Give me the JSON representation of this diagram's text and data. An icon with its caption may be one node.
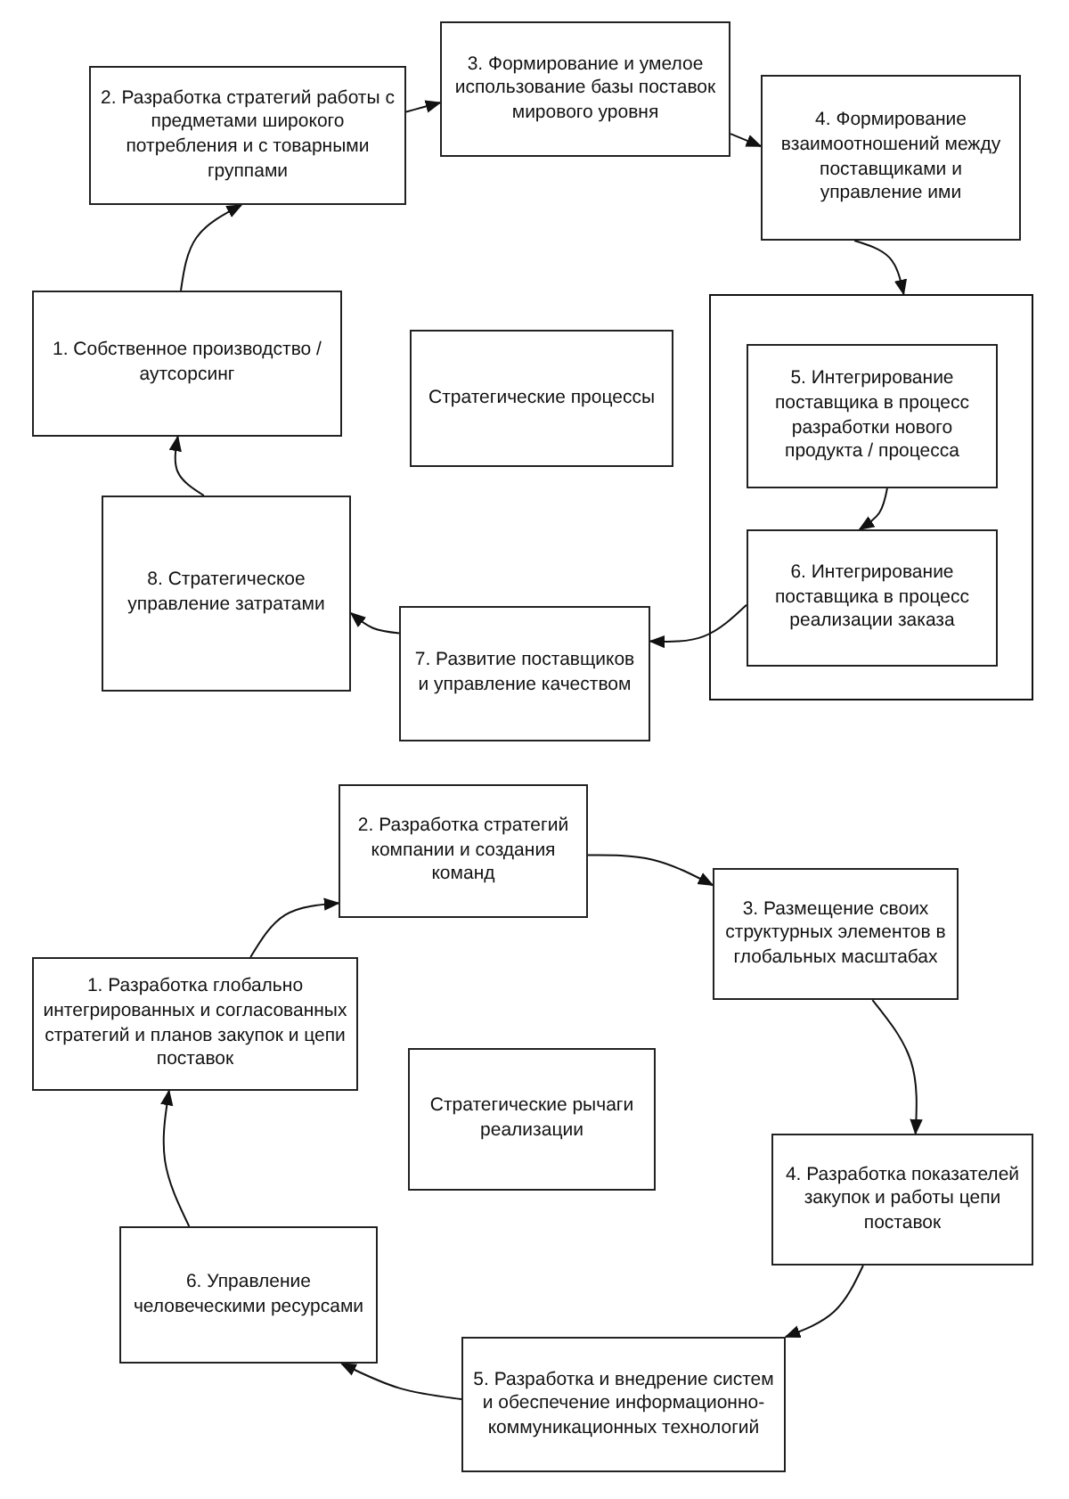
{
  "diagram": {
    "nodes": [
      {
        "text": [
          "2. Разработка стратегий работы с предметами широкого потребления и с товарными группами"
        ]
      },
      {
        "text": [
          "3. Формирование и умелое использование базы поставок мирового уровня"
        ]
      },
      {
        "text": [
          "4. Формирование взаимоотношений между поставщиками и управление ими"
        ]
      },
      {
        "text": [
          "1. Собственное производство / аутсорсинг"
        ]
      },
      {
        "text": [
          "Стратегические процессы"
        ]
      },
      {
        "text": [],
        "shape": "box"
      },
      {
        "text": [
          "5. Интегрирование поставщика в процесс разработки нового продукта / процесса"
        ],
        "in": 5
      },
      {
        "text": [
          "6. Интегрирование поставщика в процесс реализации заказа"
        ],
        "in": 5
      },
      {
        "text": [
          "8. Стратегическое управление затратами"
        ]
      },
      {
        "text": [
          "7. Развитие поставщиков и управление качеством"
        ]
      },
      {
        "text": [
          "2. Разработка стратегий компании и создания команд"
        ]
      },
      {
        "text": [
          "1. Разработка глобально интегрированных и согласованных стратегий и планов закупок и цепи поставок"
        ]
      },
      {
        "text": [
          "3. Размещение своих структурных элементов в глобальных масштабах"
        ]
      },
      {
        "text": [
          "Стратегические рычаги реализации"
        ]
      },
      {
        "text": [
          "4. Разработка показателей закупок и работы цепи поставок"
        ]
      },
      {
        "text": [
          "6. Управление человеческими ресурсами"
        ]
      },
      {
        "text": [
          "5. Разработка и внедрение систем и обеспечение информационно-коммуникационных технологий"
        ]
      }
    ],
    "edges": [
      {
        "from": 3,
        "to": 0,
        "arrow": "to"
      },
      {
        "from": 0,
        "to": 1,
        "arrow": "to"
      },
      {
        "from": 1,
        "to": 2,
        "arrow": "to"
      },
      {
        "from": 2,
        "to": 5,
        "arrow": "to"
      },
      {
        "from": 6,
        "to": 7,
        "arrow": "to"
      },
      {
        "from": 7,
        "to": 9,
        "arrow": "to"
      },
      {
        "from": 9,
        "to": 8,
        "arrow": "to"
      },
      {
        "from": 8,
        "to": 3,
        "arrow": "to"
      },
      {
        "from": 11,
        "to": 10,
        "arrow": "to"
      },
      {
        "from": 10,
        "to": 12,
        "arrow": "to"
      },
      {
        "from": 12,
        "to": 14,
        "arrow": "to"
      },
      {
        "from": 14,
        "to": 16,
        "arrow": "to"
      },
      {
        "from": 16,
        "to": 15,
        "arrow": "to"
      },
      {
        "from": 15,
        "to": 11,
        "arrow": "to"
      }
    ]
  }
}
